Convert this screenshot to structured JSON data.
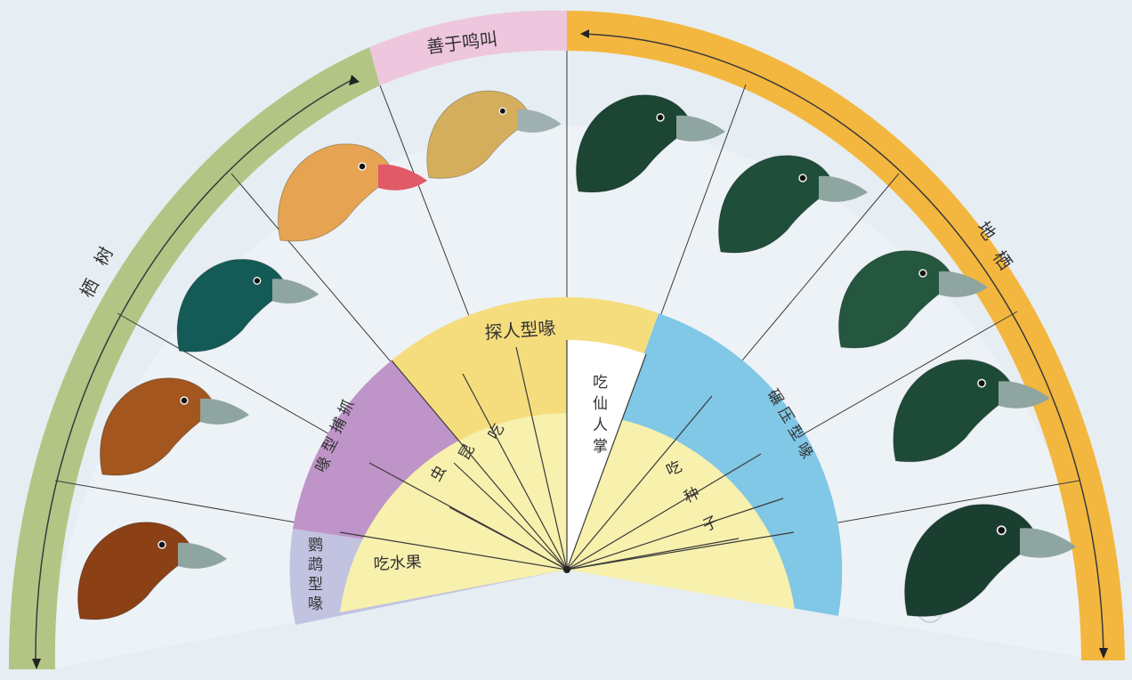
{
  "outer_bands": {
    "tree": {
      "label": "树栖",
      "color": "#b3c585"
    },
    "song": {
      "label": "善于鸣叫",
      "color": "#eec6de"
    },
    "ground": {
      "label": "地栖",
      "color": "#f3b73f"
    }
  },
  "inner_bands": {
    "parrot": {
      "label": "鹦鹉型喙",
      "color": "#c1c3e0"
    },
    "grasp": {
      "label": "抓捕型喙",
      "color": "#bf94c9"
    },
    "probe": {
      "label": "探人型喙",
      "color": "#f5dd7e"
    },
    "crush": {
      "label": "碾压型喙",
      "color": "#81c7e6"
    }
  },
  "diet": {
    "fruit": "吃水果",
    "insects": "吃昆虫",
    "cactus": "吃仙人掌",
    "seeds": "吃种子"
  },
  "registered_mark": "®",
  "colors": {
    "background": "#e6eef3",
    "panel": "#edf2f6",
    "inner_fill": "#f8f0ad",
    "cactus_fill": "#ffffff"
  },
  "birds": [
    {
      "name": "bird-parrot-beak",
      "color": "#8b4016"
    },
    {
      "name": "bird-large-tree-finch",
      "color": "#a3561d"
    },
    {
      "name": "bird-small-tree-finch",
      "color": "#145b58"
    },
    {
      "name": "bird-vegetarian-finch",
      "color": "#e6a452"
    },
    {
      "name": "bird-warbler-finch",
      "color": "#d4ae5c"
    },
    {
      "name": "bird-cactus-finch",
      "color": "#1c4534"
    },
    {
      "name": "bird-small-ground-finch-a",
      "color": "#1f4e3a"
    },
    {
      "name": "bird-small-ground-finch-b",
      "color": "#24573e"
    },
    {
      "name": "bird-medium-ground-finch",
      "color": "#1d4b38"
    },
    {
      "name": "bird-large-ground-finch",
      "color": "#1a3f30"
    }
  ]
}
